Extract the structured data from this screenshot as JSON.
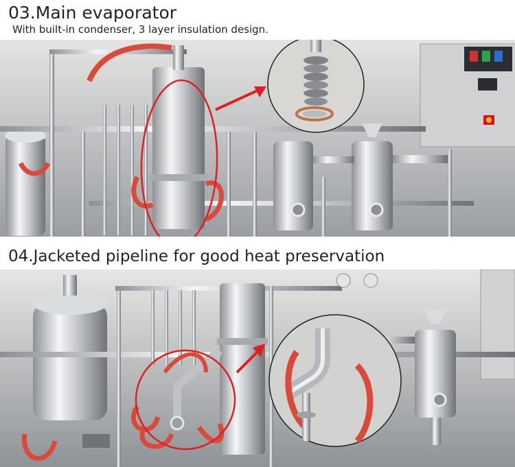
{
  "section_1": {
    "title": "03.Main evaporator",
    "subtitle": "With built-in condenser, 3 layer insulation design."
  },
  "section_2": {
    "title": "04.Jacketed pipeline for good heat preservation"
  },
  "colors": {
    "text": "#222222",
    "highlight_circle": "#e02020",
    "steel": "#c7cbcf",
    "hose": "#d94a3a",
    "panel": "#d6d6d6"
  }
}
